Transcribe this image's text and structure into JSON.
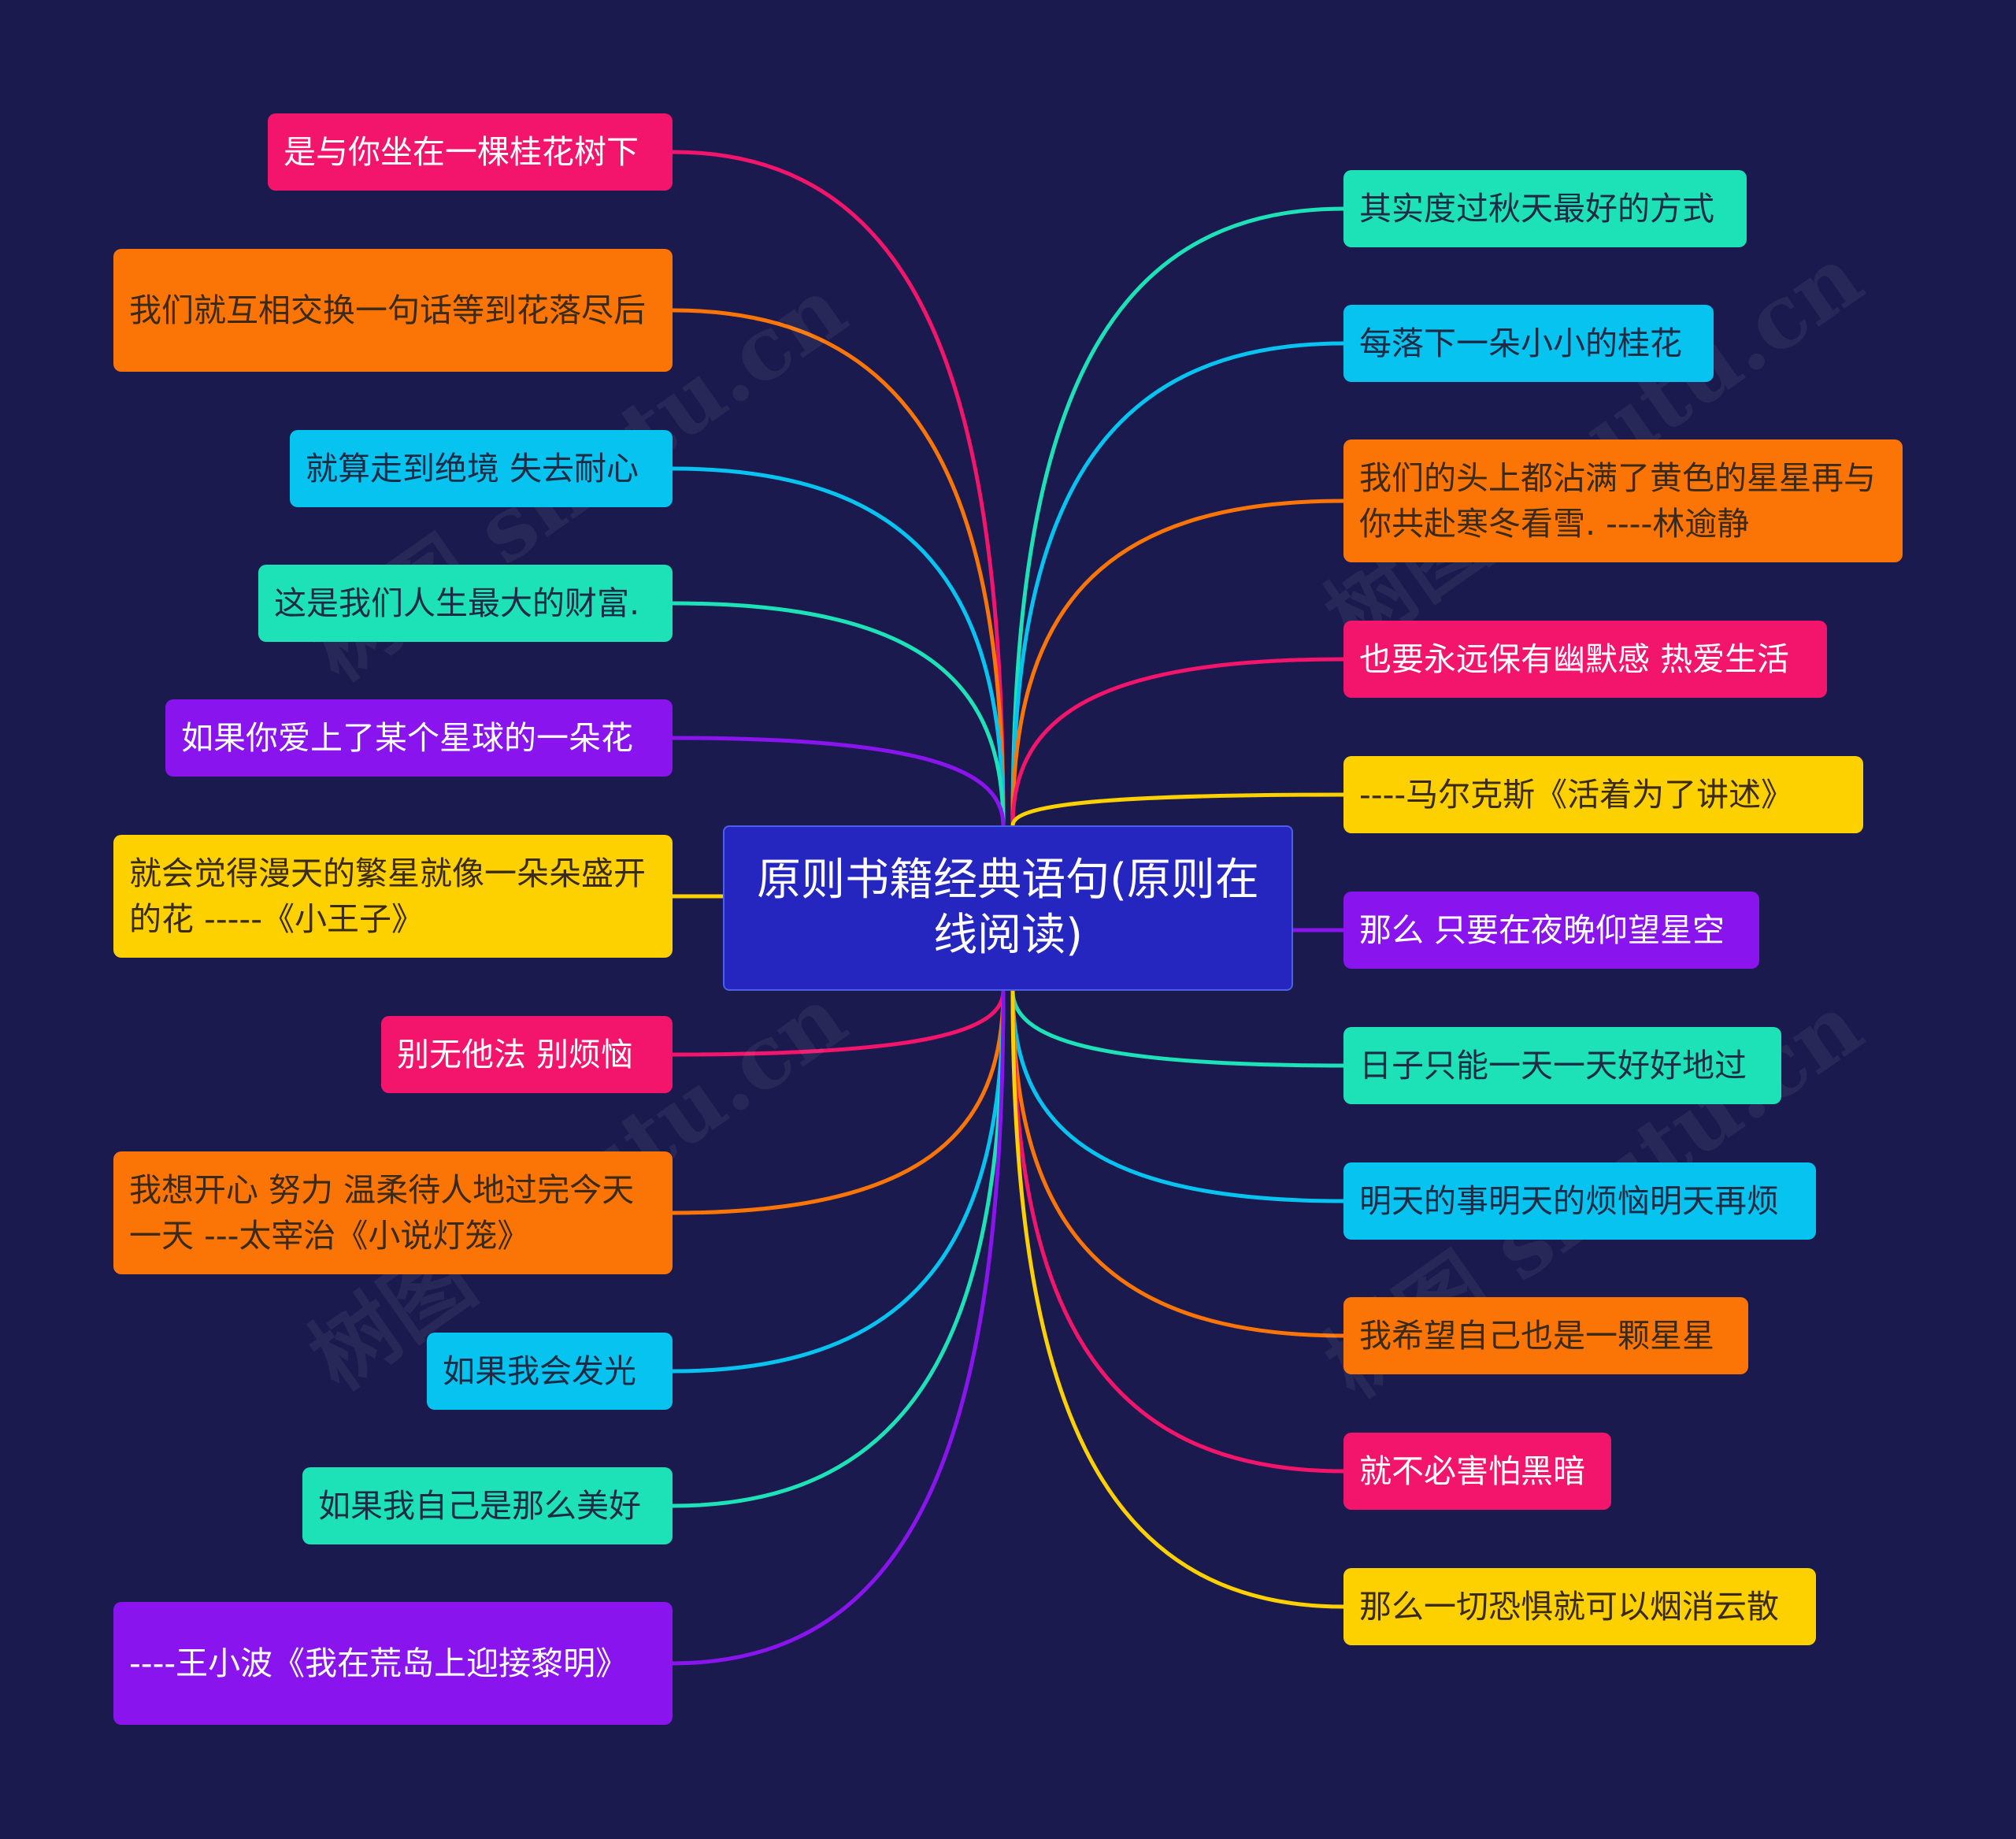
{
  "title": "原则书籍经典语句(原则在线阅读)",
  "watermark": "树图 shutu.cn",
  "colors": {
    "background": "#1a1a4e",
    "center": "#2525c0",
    "pink": "#f3146c",
    "orange": "#fb7506",
    "blue": "#06c3ef",
    "teal": "#1de2b8",
    "purple": "#8a14ee",
    "yellow": "#fdd000"
  },
  "left_nodes": [
    {
      "text": "是与你坐在一棵桂花树下",
      "color": "pink"
    },
    {
      "text": "我们就互相交换一句话等到花落尽后",
      "color": "orange"
    },
    {
      "text": "就算走到绝境 失去耐心",
      "color": "blue"
    },
    {
      "text": "这是我们人生最大的财富.",
      "color": "teal"
    },
    {
      "text": "如果你爱上了某个星球的一朵花",
      "color": "purple"
    },
    {
      "text": "就会觉得漫天的繁星就像一朵朵盛开的花 -----《小王子》",
      "color": "yellow"
    },
    {
      "text": "别无他法 别烦恼",
      "color": "pink"
    },
    {
      "text": "我想开心 努力 温柔待人地过完今天一天 ---太宰治《小说灯笼》",
      "color": "orange"
    },
    {
      "text": "如果我会发光",
      "color": "blue"
    },
    {
      "text": "如果我自己是那么美好",
      "color": "teal"
    },
    {
      "text": "----王小波《我在荒岛上迎接黎明》",
      "color": "purple"
    }
  ],
  "right_nodes": [
    {
      "text": "其实度过秋天最好的方式",
      "color": "teal"
    },
    {
      "text": "每落下一朵小小的桂花",
      "color": "blue"
    },
    {
      "text": "我们的头上都沾满了黄色的星星再与你共赴寒冬看雪. ----林逾静",
      "color": "orange"
    },
    {
      "text": "也要永远保有幽默感 热爱生活",
      "color": "pink"
    },
    {
      "text": "----马尔克斯《活着为了讲述》",
      "color": "yellow"
    },
    {
      "text": "那么 只要在夜晚仰望星空",
      "color": "purple"
    },
    {
      "text": "日子只能一天一天好好地过",
      "color": "teal"
    },
    {
      "text": "明天的事明天的烦恼明天再烦",
      "color": "blue"
    },
    {
      "text": "我希望自己也是一颗星星",
      "color": "orange"
    },
    {
      "text": "就不必害怕黑暗",
      "color": "pink"
    },
    {
      "text": "那么一切恐惧就可以烟消云散",
      "color": "yellow"
    }
  ]
}
